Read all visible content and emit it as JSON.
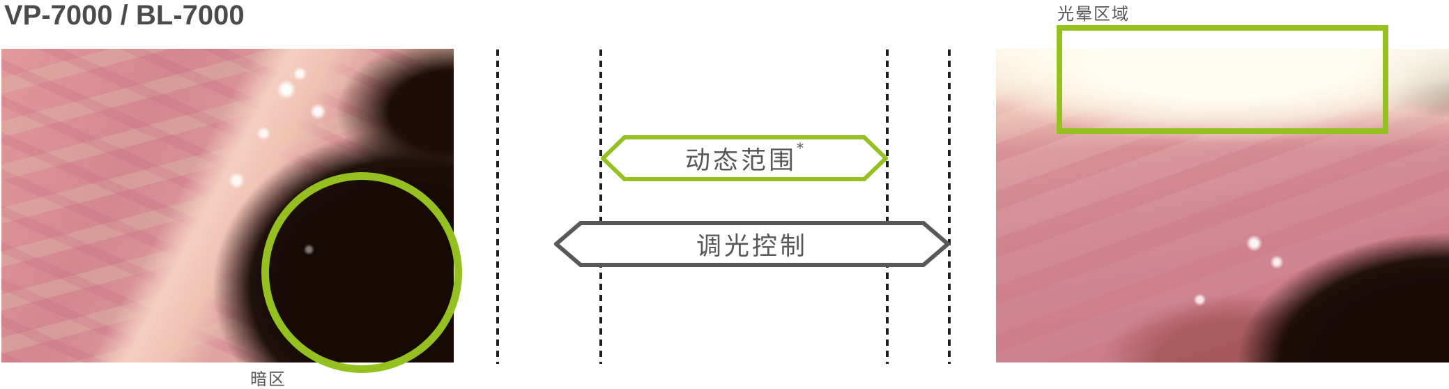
{
  "title": "VP-7000 / BL-7000",
  "colors": {
    "green": "#94c11f",
    "outline_gray": "#595757",
    "dash": "#1c1c1c",
    "title_color": "#4c4a4a",
    "caption_color": "#595757"
  },
  "left_panel": {
    "caption": "暗区"
  },
  "right_panel": {
    "caption": "光晕区域"
  },
  "badges": {
    "dynamic_range": {
      "label": "动态范围",
      "superscript": "*"
    },
    "dimming_control": {
      "label": "调光控制"
    }
  }
}
